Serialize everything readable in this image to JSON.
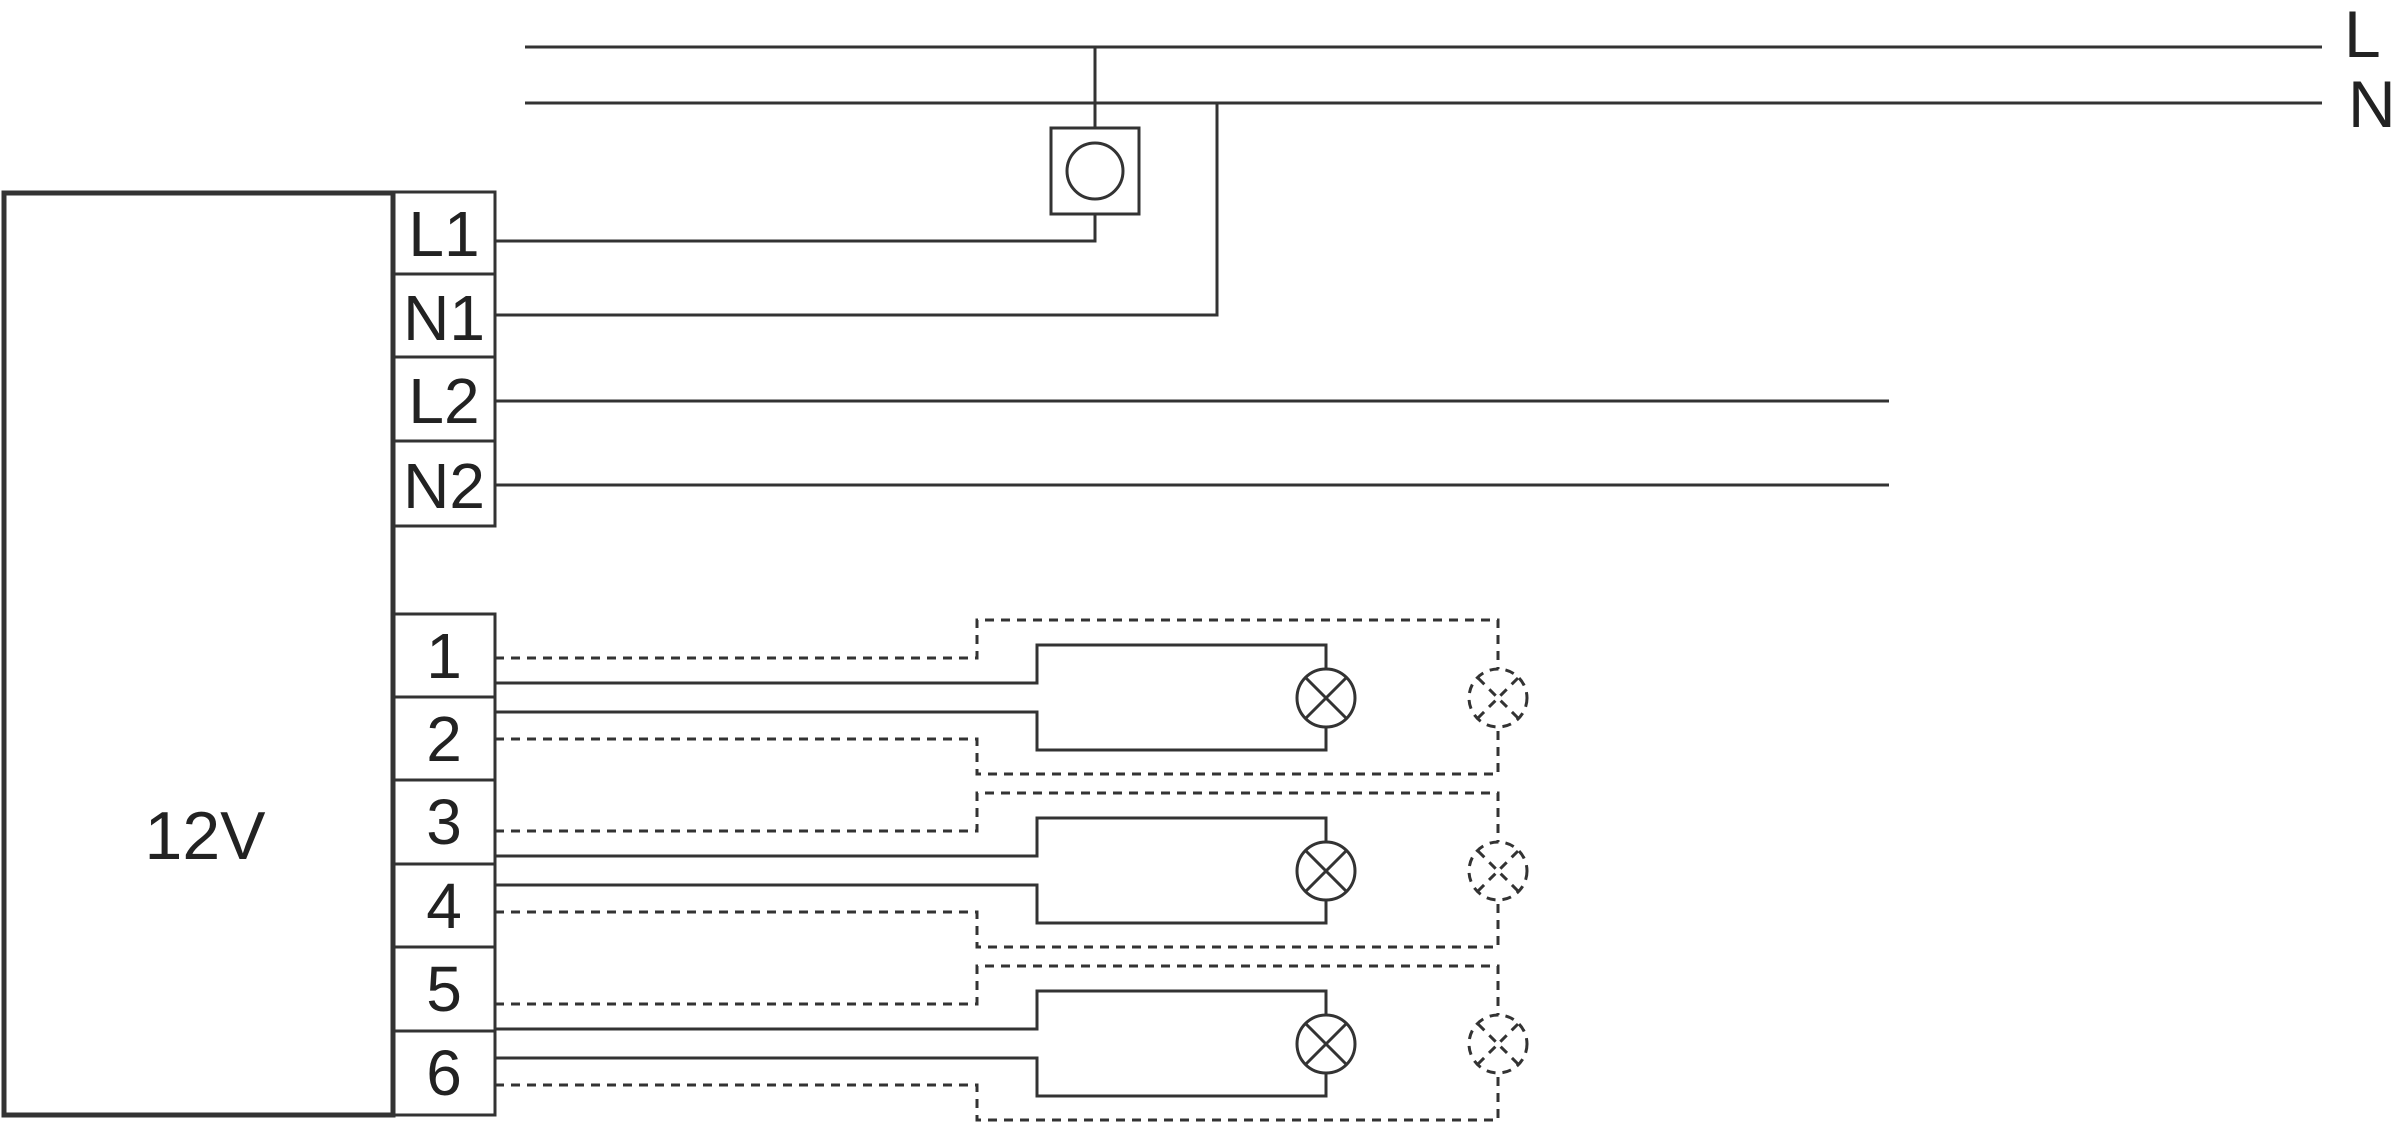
{
  "bus": {
    "line_label": "L",
    "neutral_label": "N"
  },
  "unit": {
    "voltage_label": "12V"
  },
  "terminals": {
    "mains": [
      "L1",
      "N1",
      "L2",
      "N2"
    ],
    "outputs": [
      "1",
      "2",
      "3",
      "4",
      "5",
      "6"
    ]
  },
  "components": {
    "switch_icon": "switch-icon",
    "lamp_icon": "lamp-icon",
    "optional_lamp_icon": "optional-lamp-icon",
    "lamp_channels": 3
  },
  "colors": {
    "line": "#333333",
    "text": "#222222",
    "background": "#ffffff"
  }
}
